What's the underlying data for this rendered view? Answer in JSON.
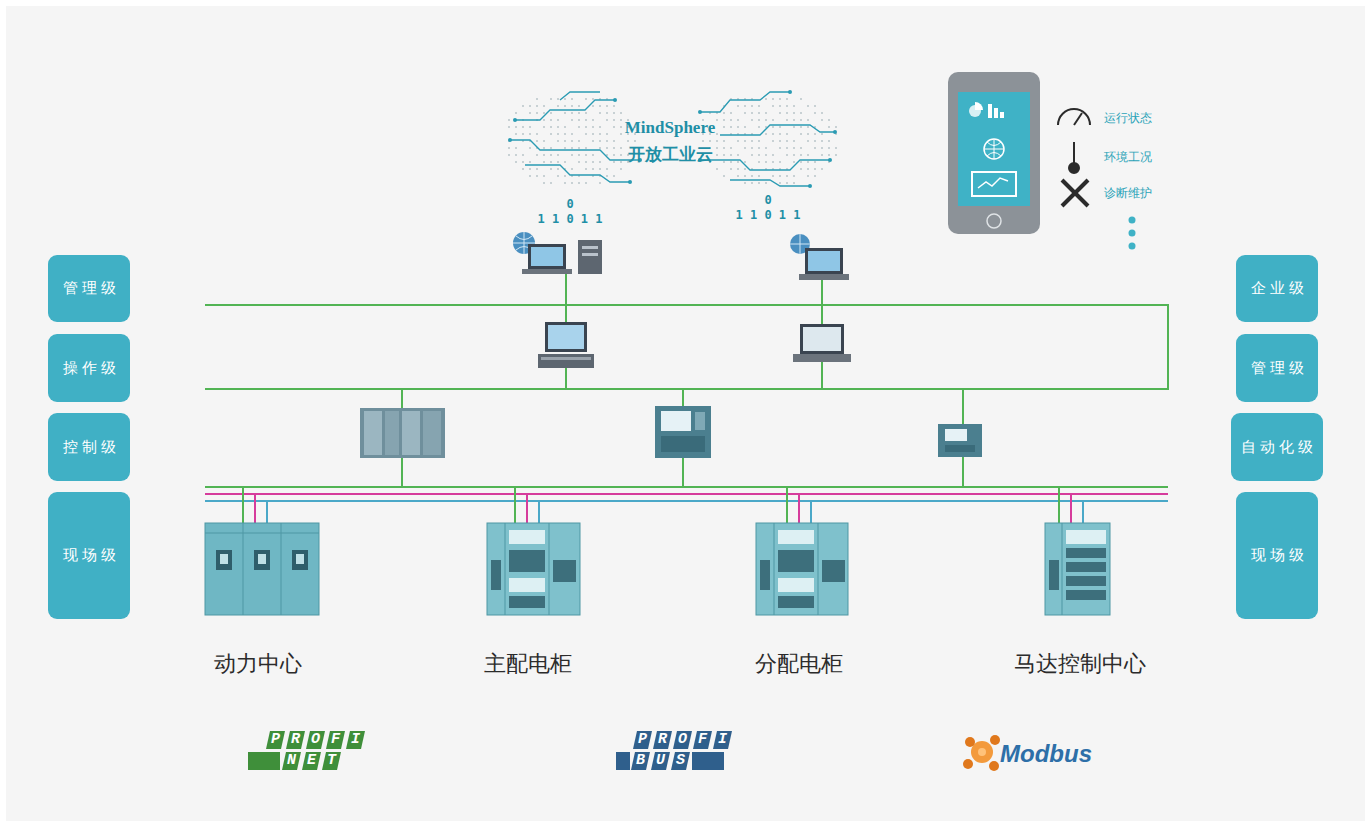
{
  "diagram": {
    "nodes": [
      {
        "text": [
          "MindSphere 开放工业云"
        ]
      },
      {
        "text": [
          "管理级"
        ]
      },
      {
        "text": [
          "操作级"
        ]
      },
      {
        "text": [
          "控制级"
        ]
      },
      {
        "text": [
          "现场级"
        ]
      },
      {
        "text": [
          "企业级"
        ]
      },
      {
        "text": [
          "管理级"
        ]
      },
      {
        "text": [
          "自动化级"
        ]
      },
      {
        "text": [
          "现场级"
        ]
      },
      {
        "text": [
          "动力中心"
        ]
      },
      {
        "text": [
          "主配电柜"
        ]
      },
      {
        "text": [
          "分配电柜"
        ]
      },
      {
        "text": [
          "马达控制中心"
        ]
      }
    ],
    "labels": [
      "0",
      "1 1 0 1 1",
      "0",
      "1 1 0 1 1",
      "运行状态",
      "环境工况",
      "诊断维护",
      "PROFI",
      "NET",
      "PROFI",
      "BUS",
      "Modbus"
    ]
  }
}
